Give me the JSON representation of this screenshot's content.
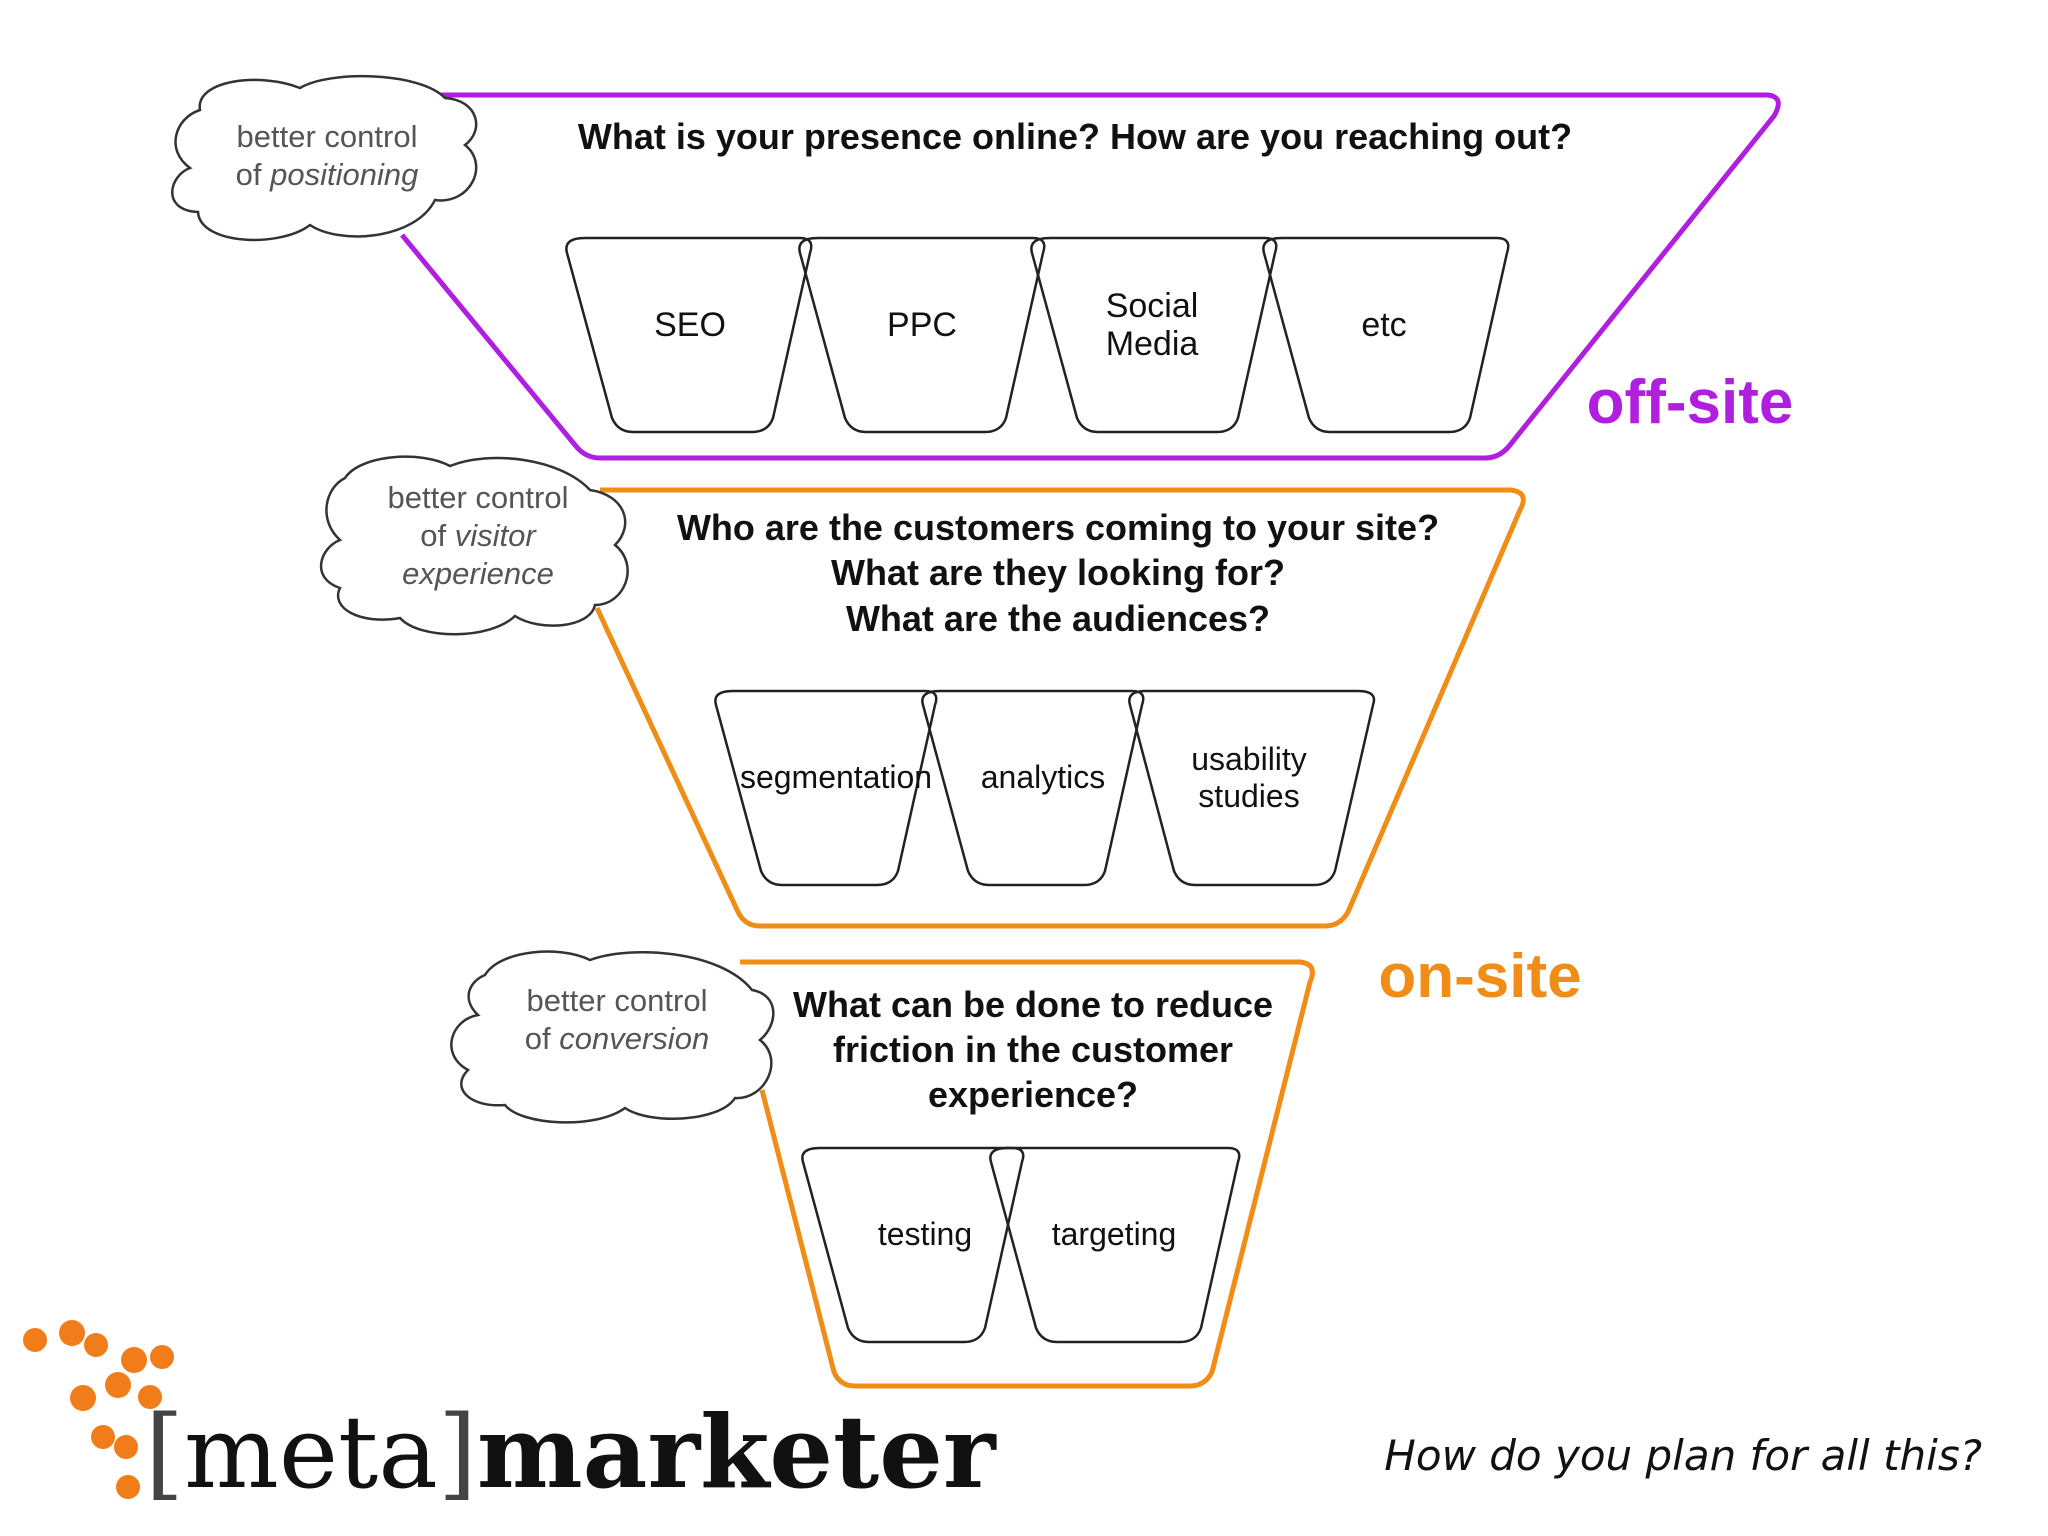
{
  "colors": {
    "offsite": "#b01ee0",
    "onsite": "#ef8d17",
    "dots": "#f07d1a",
    "line": "#222222",
    "cloud_text": "#555555"
  },
  "funnel": {
    "offsite": {
      "label": "off-site",
      "question": "What is your presence online? How are you reaching out?",
      "cloud": {
        "line1": "better control",
        "line2_prefix": "of ",
        "line2_em": "positioning"
      },
      "items": [
        {
          "lines": [
            "SEO"
          ]
        },
        {
          "lines": [
            "PPC"
          ]
        },
        {
          "lines": [
            "Social",
            "Media"
          ]
        },
        {
          "lines": [
            "etc"
          ]
        }
      ]
    },
    "visitor": {
      "question_lines": [
        "Who are the customers coming to your site?",
        "What are they looking for?",
        "What are the audiences?"
      ],
      "cloud": {
        "line1": "better control",
        "line2_prefix": "of ",
        "line2_em": "visitor",
        "line3_em": "experience"
      },
      "items": [
        {
          "lines": [
            "segmentation"
          ]
        },
        {
          "lines": [
            "analytics"
          ]
        },
        {
          "lines": [
            "usability",
            "studies"
          ]
        }
      ]
    },
    "onsite": {
      "label": "on-site",
      "question_lines": [
        "What can be done to reduce",
        "friction in the customer",
        "experience?"
      ],
      "cloud": {
        "line1": "better control",
        "line2_prefix": "of ",
        "line2_em": "conversion"
      },
      "items": [
        {
          "lines": [
            "testing"
          ]
        },
        {
          "lines": [
            "targeting"
          ]
        }
      ]
    }
  },
  "brand": {
    "open": "[",
    "meta": "meta",
    "close": "]",
    "marketer": "marketer"
  },
  "caption": "How do you plan for all this?"
}
